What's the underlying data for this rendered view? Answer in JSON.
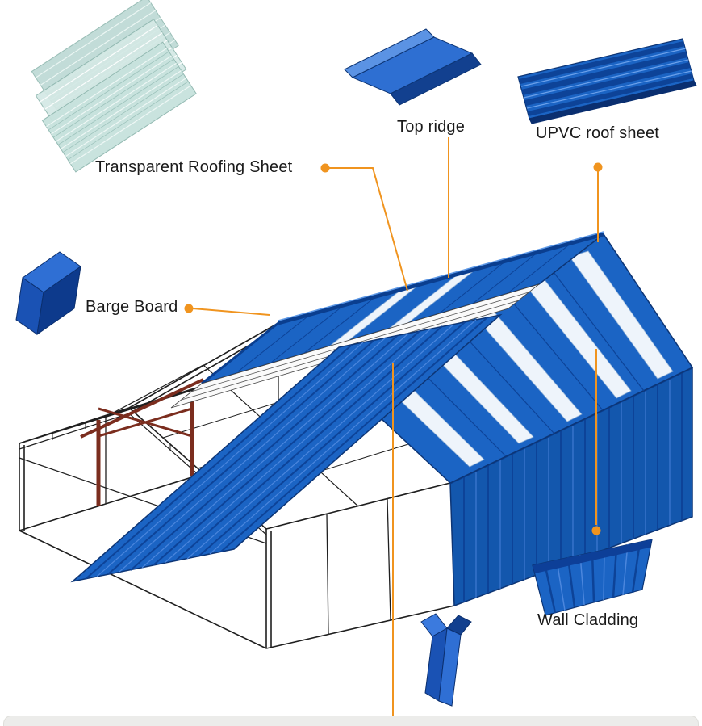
{
  "diagram": {
    "labels": [
      {
        "id": "transparent-roofing-sheet",
        "text": "Transparent Roofing Sheet"
      },
      {
        "id": "top-ridge",
        "text": "Top ridge"
      },
      {
        "id": "upvc-roof-sheet",
        "text": "UPVC roof sheet"
      },
      {
        "id": "barge-board",
        "text": "Barge Board"
      },
      {
        "id": "wall-cladding",
        "text": "Wall Cladding"
      }
    ],
    "colors": {
      "connector_orange": "#F0941F",
      "roof_blue": "#1B64C4",
      "roof_blue_dark": "#0D4398",
      "roof_blue_light": "#4B86DD",
      "wall_blue": "#1357AD",
      "edge_blue": "#0D3575",
      "translucent_teal": "#C7E2DD",
      "frame_outline": "#1F1F1F",
      "column_maroon": "#7B2D1E"
    }
  }
}
